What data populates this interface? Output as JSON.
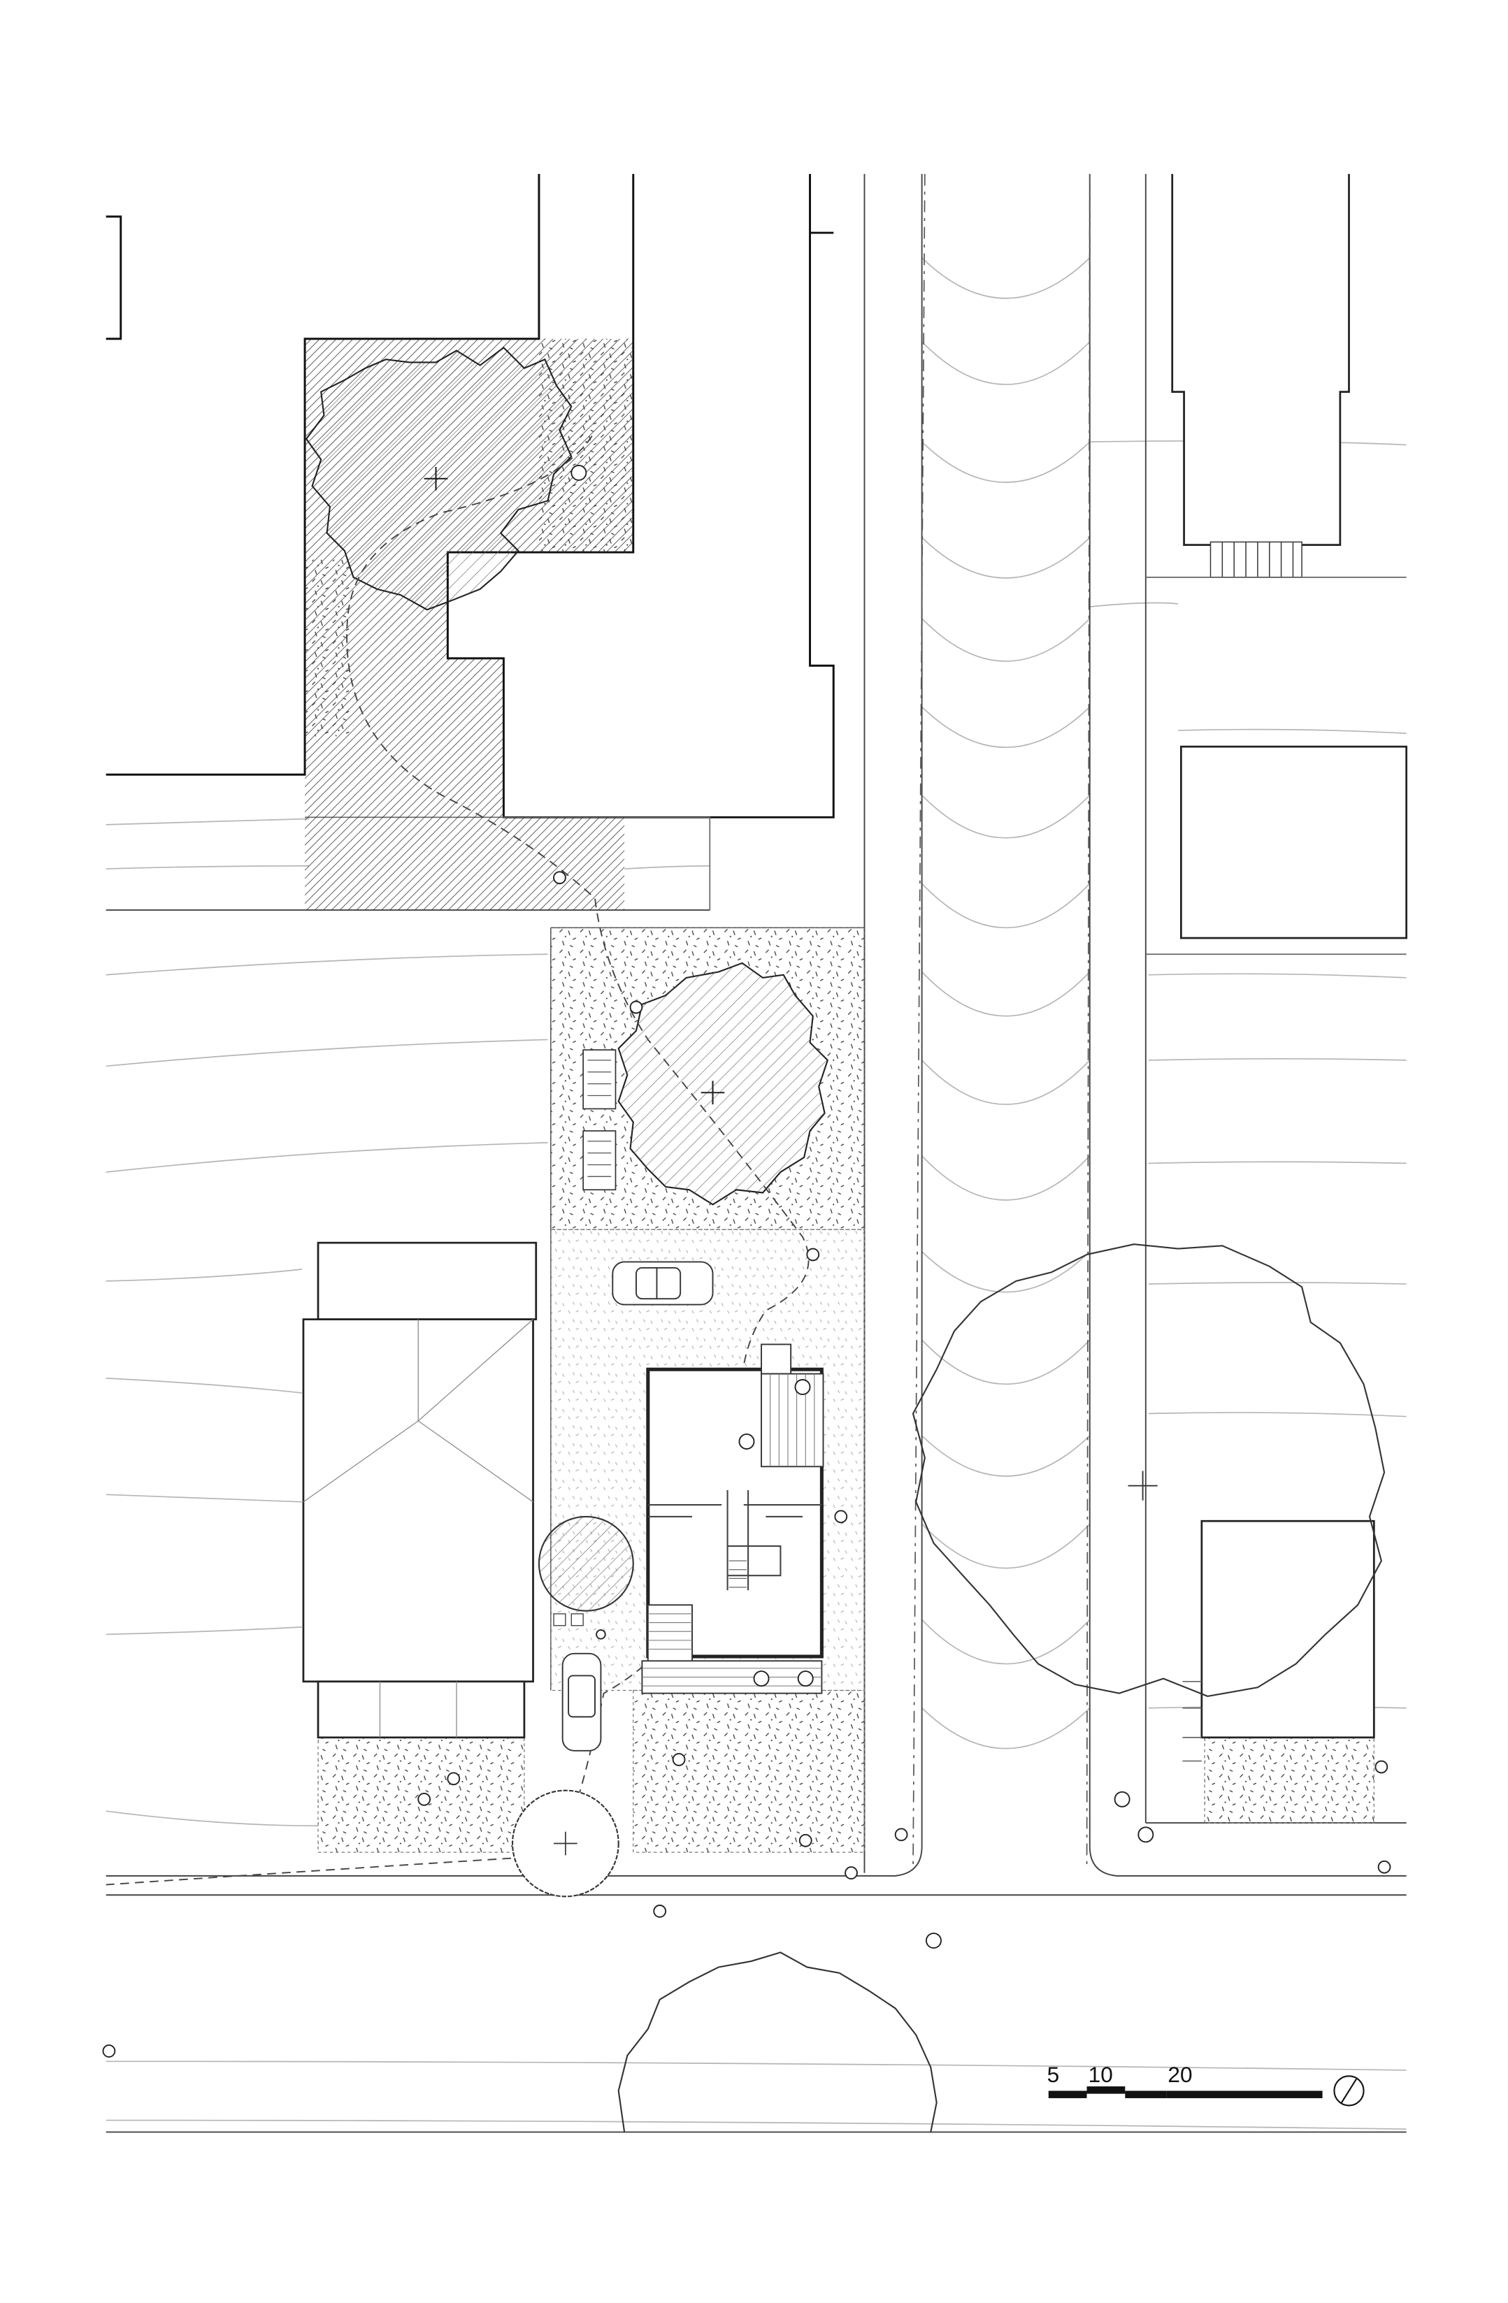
{
  "scale_bar": {
    "labels": [
      "5",
      "10",
      "20"
    ]
  },
  "colors": {
    "ink": "#111111",
    "contour": "#9a9a9a",
    "background": "#ffffff"
  },
  "icons": [
    "north-arrow-icon",
    "tree-canopy-icon",
    "car-icon",
    "person-icon"
  ]
}
